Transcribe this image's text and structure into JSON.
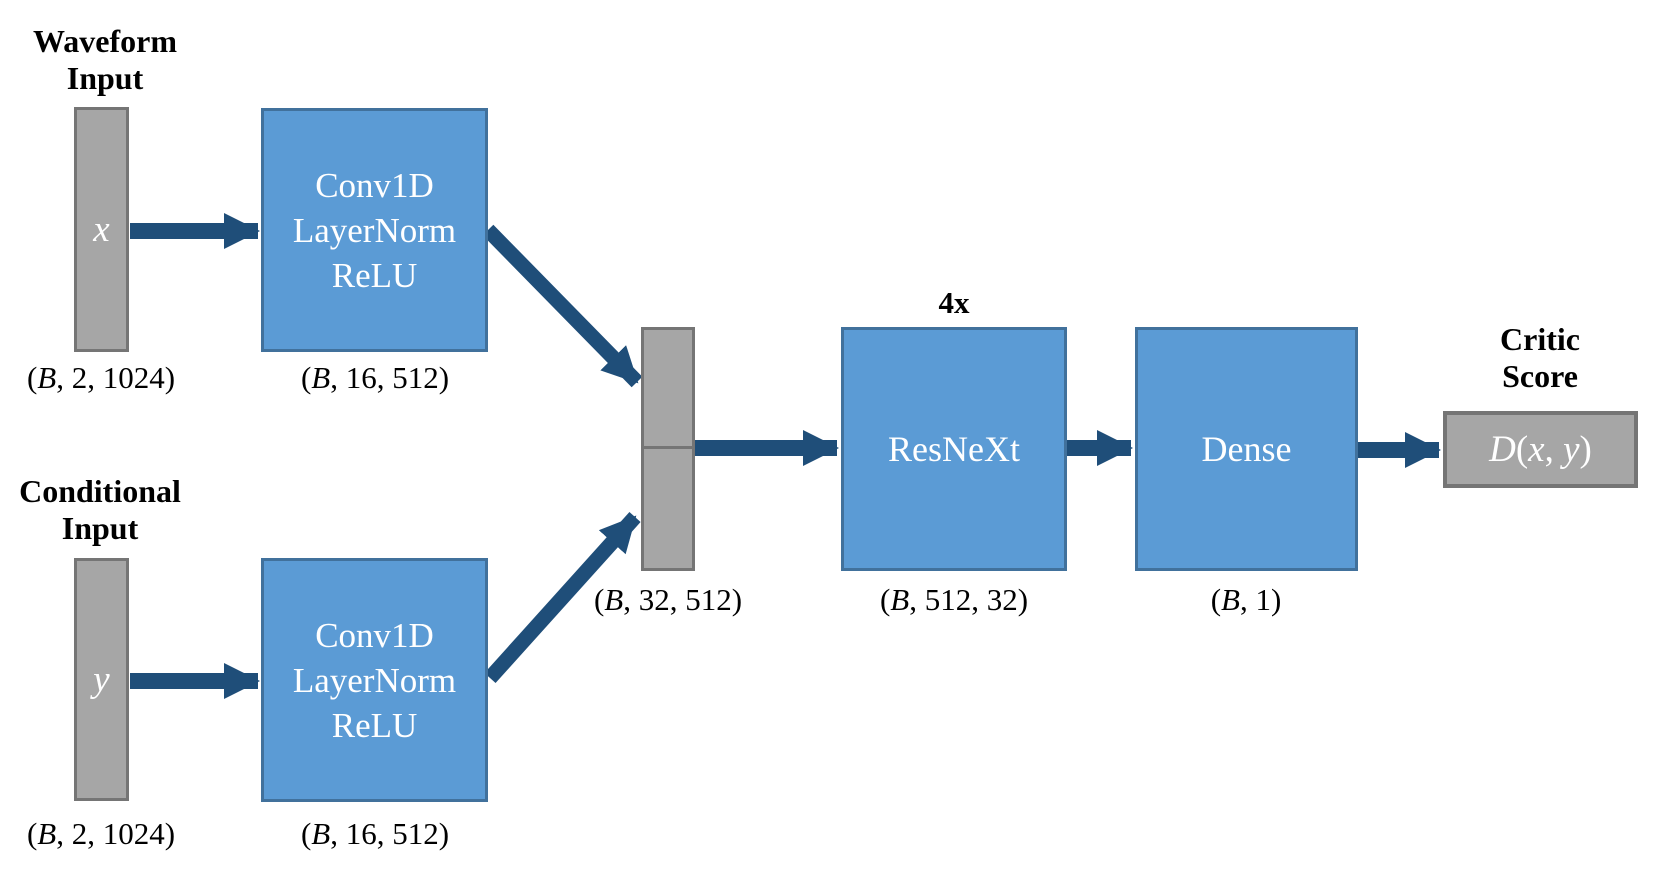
{
  "colors": {
    "box_blue": "#5B9BD5",
    "box_blue_border": "#41719C",
    "gray_fill": "#A6A6A6",
    "gray_border": "#757575",
    "arrow": "#1F4E79",
    "ink": "#000000",
    "text_light": "#FFFFFF"
  },
  "inputs": {
    "waveform": {
      "title_line1": "Waveform",
      "title_line2": "Input",
      "var": "x",
      "shape": "(B, 2, 1024)"
    },
    "conditional": {
      "title_line1": "Conditional",
      "title_line2": "Input",
      "var": "y",
      "shape": "(B, 2, 1024)"
    }
  },
  "blocks": {
    "conv_top": {
      "lines": [
        "Conv1D",
        "LayerNorm",
        "ReLU"
      ],
      "shape": "(B, 16, 512)"
    },
    "conv_bottom": {
      "lines": [
        "Conv1D",
        "LayerNorm",
        "ReLU"
      ],
      "shape": "(B, 16, 512)"
    },
    "concat": {
      "shape": "(B, 32, 512)"
    },
    "resnext": {
      "label": "ResNeXt",
      "repeat": "4x",
      "shape": "(B, 512, 32)"
    },
    "dense": {
      "label": "Dense",
      "shape": "(B, 1)"
    }
  },
  "output": {
    "title_line1": "Critic",
    "title_line2": "Score",
    "value": "D(x, y)"
  }
}
